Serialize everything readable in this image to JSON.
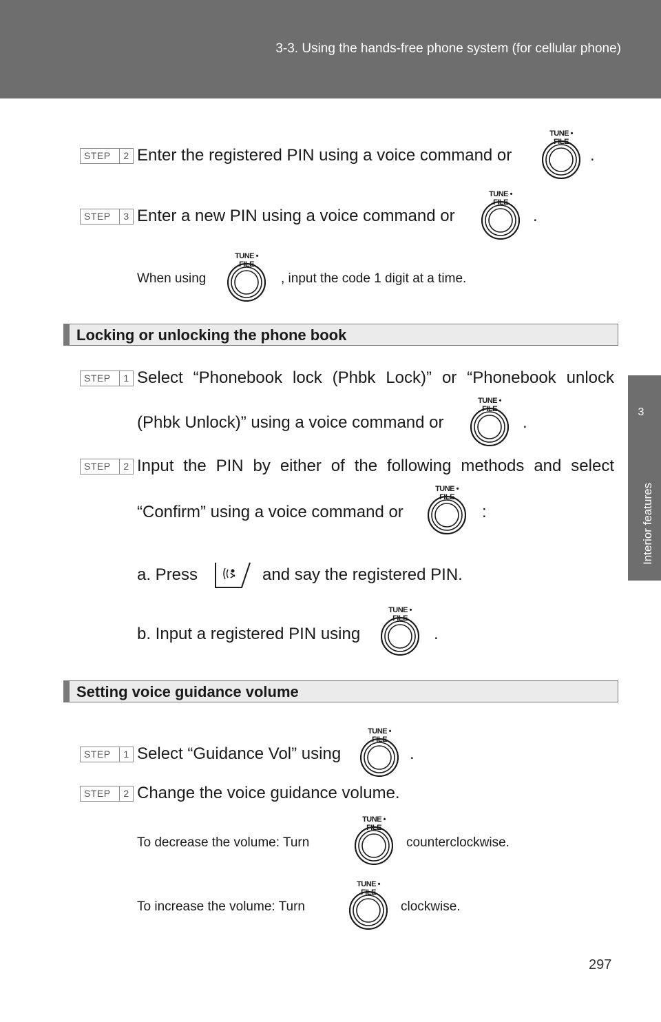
{
  "header": {
    "title": "3-3. Using the hands-free phone system (for cellular phone)"
  },
  "side_tab": {
    "number": "3",
    "label": "Interior features"
  },
  "knob_label": "TUNE • FILE",
  "steps_top": [
    {
      "badge": "STEP",
      "num": "2",
      "text": "Enter the registered PIN using a voice command or",
      "tail": "."
    },
    {
      "badge": "STEP",
      "num": "3",
      "text": "Enter a new PIN using a voice command or",
      "tail": "."
    }
  ],
  "note_top": {
    "before": "When using",
    "after": ", input the code 1 digit at a time."
  },
  "section_lock": {
    "title": "Locking or unlocking the phone book",
    "step1": {
      "badge": "STEP",
      "num": "1",
      "line1": "Select “Phonebook lock (Phbk Lock)” or “Phonebook unlock",
      "line2": "(Phbk Unlock)” using a voice command or",
      "tail": "."
    },
    "step2": {
      "badge": "STEP",
      "num": "2",
      "line1": "Input the PIN by either of the following methods and select",
      "line2": "“Confirm” using a voice command or",
      "tail": ":"
    },
    "option_a": {
      "before": "a. Press",
      "after": "and say the registered PIN."
    },
    "option_b": {
      "before": "b. Input a registered PIN using",
      "after": "."
    }
  },
  "section_volume": {
    "title": "Setting voice guidance volume",
    "step1": {
      "badge": "STEP",
      "num": "1",
      "text": "Select “Guidance Vol” using",
      "tail": "."
    },
    "step2": {
      "badge": "STEP",
      "num": "2",
      "text": "Change the voice guidance volume."
    },
    "decrease": {
      "before": "To decrease the volume: Turn",
      "after": "counterclockwise."
    },
    "increase": {
      "before": "To increase the volume: Turn",
      "after": "clockwise."
    }
  },
  "page_number": "297"
}
